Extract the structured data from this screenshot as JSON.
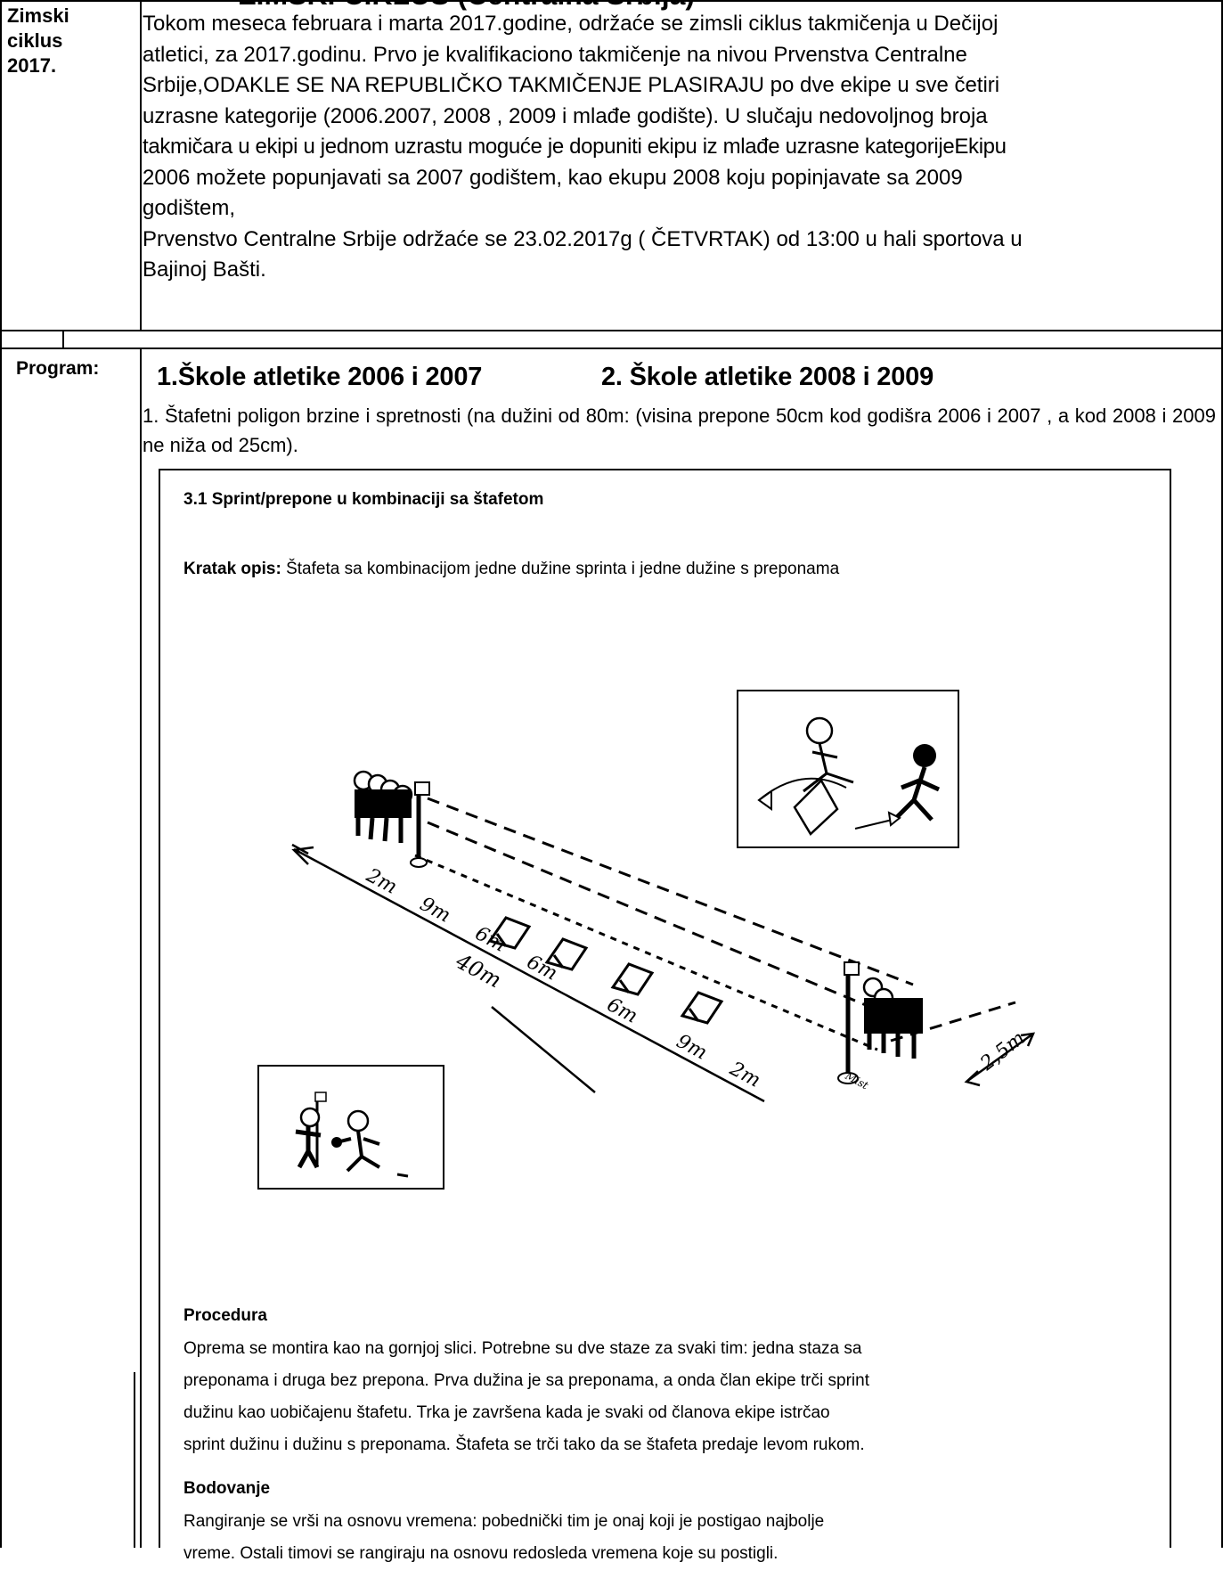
{
  "top_heading": "ZIMSKI CIKLUS (Centralna Srbija)",
  "row1": {
    "label_lines": [
      "Zimski",
      "ciklus",
      "2017."
    ],
    "lines": [
      "Tokom meseca februara i marta 2017.godine, održaće se zimsli ciklus takmičenja u Dečijoj",
      "atletici, za 2017.godinu. Prvo je kvalifikaciono takmičenje na nivou Prvenstva Centralne",
      "Srbije,ODAKLE SE NA REPUBLIČKO TAKMIČENJE PLASIRAJU po dve ekipe u sve četiri",
      "uzrasne kategorije (2006.2007, 2008 , 2009 i mlađe godište). U slučaju nedovoljnog broja",
      "takmičara u ekipi u jednom uzrastu  moguće je dopuniti ekipu iz mlađe uzrasne kategorijeEkipu",
      "2006 možete popunjavati sa 2007 godištem, kao ekupu 2008 koju popinjavate sa 2009",
      "godištem,",
      "Prvenstvo Centralne Srbije održaće se 23.02.2017g ( ČETVRTAK) od 13:00 u hali sportova u",
      "Bajinoj Bašti."
    ]
  },
  "program": {
    "label": "Program:",
    "heading_1": "1.Škole atletike 2006 i 2007",
    "heading_2": "2.  Škole atletike 2008 i 2009",
    "description": "1. Štafetni poligon brzine i spretnosti (na dužini od 80m: (visina prepone 50cm  kod godišra 2006 i 2007 , a kod  2008 i 2009 ne niža od 25cm).",
    "figure": {
      "title": "3.1 Sprint/prepone u kombinaciji sa štafetom",
      "short_label": "Kratak opis:",
      "short_text": " Štafeta sa kombinacijom jedne dužine sprinta i jedne dužine s preponama",
      "dims": [
        "2m",
        "9m",
        "6m",
        "6m",
        "6m",
        "9m",
        "2m"
      ],
      "total": "40m",
      "width": "2,5m",
      "mark": "Mist"
    },
    "procedure_title": "Procedura",
    "procedure_lines": [
      "Oprema se montira kao na gornjoj slici. Potrebne su dve staze za svaki tim: jedna staza sa",
      "preponama i druga bez prepona. Prva dužina je sa preponama, a onda član ekipe trči sprint",
      "dužinu kao uobičajenu štafetu. Trka je završena kada je svaki od članova ekipe istrčao",
      "sprint dužinu i dužinu s preponama.  Štafeta se trči tako da se štafeta predaje levom rukom."
    ],
    "scoring_title": "Bodovanje",
    "scoring_lines": [
      "Rangiranje se vrši na osnovu vremena: pobednički tim je onaj koji je postigao najbolje",
      "vreme. Ostali timovi se rangiraju na osnovu redosleda vremena koje su postigli."
    ]
  }
}
